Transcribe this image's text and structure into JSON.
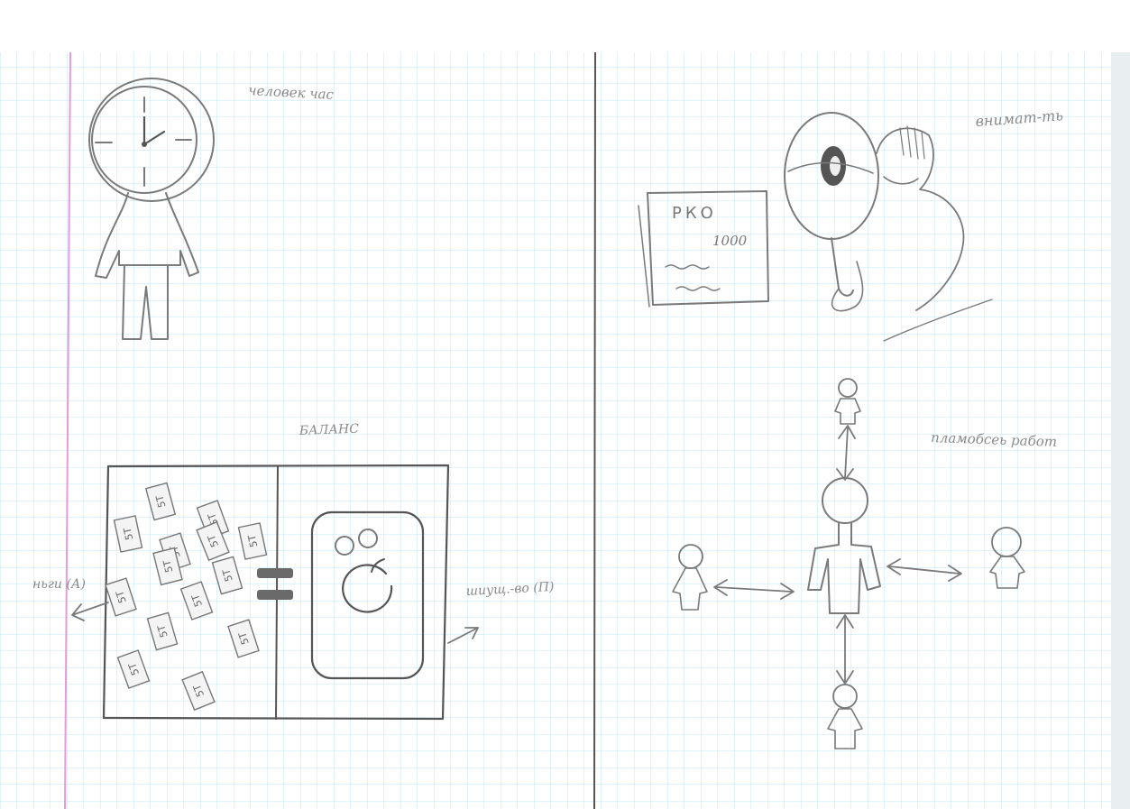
{
  "page": {
    "background": "#ffffff",
    "grid_color": "#bfe3f2",
    "margin_line_color": "#e79ad6"
  },
  "left_page": {
    "clock_person_label": "человек час",
    "balance_title": "БАЛАНС",
    "left_side_label": "ньги (А)",
    "right_side_label": "шиущ.-во (П)",
    "banknote_text": "5Т",
    "banknote_count": 14
  },
  "right_page": {
    "attention_label": "внимат-ть",
    "pko_card": {
      "title": "РКО",
      "amount": "1000"
    },
    "teamwork_label": "пламобсеь работ"
  }
}
